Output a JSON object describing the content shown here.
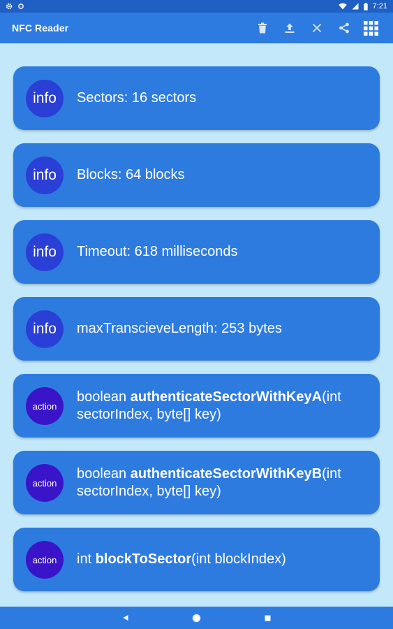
{
  "status_bar": {
    "time": "7:21",
    "left_icons": [
      "settings-icon",
      "circle-notification-icon"
    ],
    "right_icons": [
      "wifi-icon",
      "signal-icon",
      "battery-icon"
    ]
  },
  "app_bar": {
    "title": "NFC Reader",
    "actions": [
      "trash-icon",
      "upload-icon",
      "close-icon",
      "share-icon",
      "grid-apps-icon"
    ]
  },
  "items": [
    {
      "badge": "info",
      "text": "Sectors: 16 sectors"
    },
    {
      "badge": "info",
      "text": "Blocks: 64 blocks"
    },
    {
      "badge": "info",
      "text": "Timeout: 618 milliseconds"
    },
    {
      "badge": "info",
      "text": "maxTranscieveLength: 253 bytes"
    },
    {
      "badge": "action",
      "prefix": "boolean ",
      "method": "authenticateSectorWithKeyA",
      "suffix": "(int sectorIndex, byte[] key)"
    },
    {
      "badge": "action",
      "prefix": "boolean ",
      "method": "authenticateSectorWithKeyB",
      "suffix": "(int sectorIndex, byte[] key)"
    },
    {
      "badge": "action",
      "prefix": "int ",
      "method": "blockToSector",
      "suffix": "(int blockIndex)"
    }
  ],
  "nav_bar": {
    "buttons": [
      "back-icon",
      "home-icon",
      "recents-icon"
    ]
  },
  "colors": {
    "status_bar": "#1e5fc4",
    "app_bar": "#2d7be0",
    "background": "#c2e8f9",
    "card": "#2e7be0",
    "info_badge": "#2a3fd6",
    "action_badge": "#3a14c8"
  }
}
